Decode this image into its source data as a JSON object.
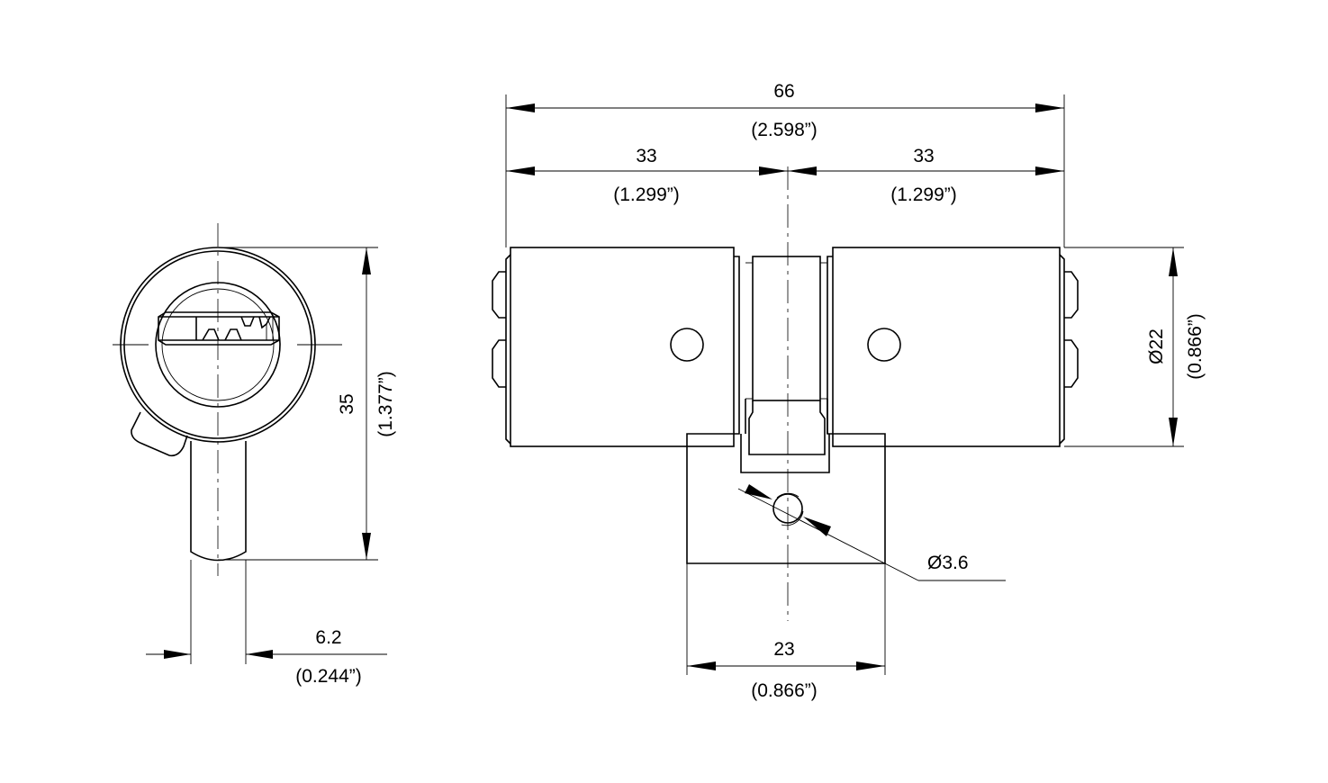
{
  "drawing": {
    "side_view": {
      "height_mm": "35",
      "height_in": "(1.377”)",
      "cam_width_mm": "6.2",
      "cam_width_in": "(0.244”)"
    },
    "front_view": {
      "overall_length_mm": "66",
      "overall_length_in": "(2.598”)",
      "left_length_mm": "33",
      "left_length_in": "(1.299”)",
      "right_length_mm": "33",
      "right_length_in": "(1.299”)",
      "diameter_mm": "Ø22",
      "diameter_in": "(0.866”)",
      "hole_diameter": "Ø3.6",
      "cam_block_mm": "23",
      "cam_block_in": "(0.866”)"
    }
  }
}
